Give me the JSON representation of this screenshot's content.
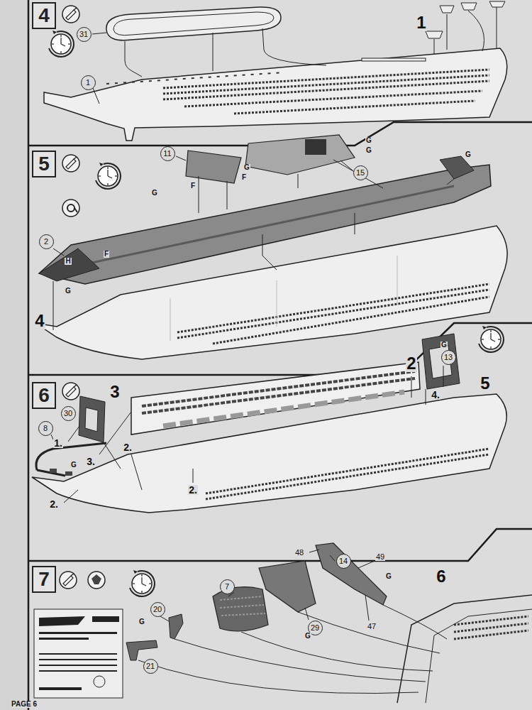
{
  "diagram": {
    "nodes": [
      {
        "text": [
          "4"
        ]
      },
      {
        "text": [
          "31"
        ]
      },
      {
        "text": [
          "1"
        ]
      },
      {
        "text": [
          "5"
        ]
      },
      {
        "text": [
          "11"
        ]
      },
      {
        "text": [
          "15"
        ]
      },
      {
        "text": [
          "2"
        ]
      },
      {
        "text": [
          "6"
        ]
      },
      {
        "text": [
          "13"
        ]
      },
      {
        "text": [
          "30"
        ]
      },
      {
        "text": [
          "8"
        ]
      },
      {
        "text": [
          "7"
        ]
      },
      {
        "text": [
          "14"
        ]
      },
      {
        "text": [
          "7"
        ]
      },
      {
        "text": [
          "29"
        ]
      },
      {
        "text": [
          "20"
        ]
      },
      {
        "text": [
          "21"
        ]
      }
    ],
    "labels": [
      "1",
      "G",
      "F",
      "F",
      "G",
      "G",
      "G",
      "G",
      "H",
      "F",
      "G",
      "4",
      "3",
      "2",
      "G",
      "4.",
      "5",
      "1.",
      "G",
      "2.",
      "3.",
      "2.",
      "2.",
      "48",
      "49",
      "G",
      "47",
      "G",
      "6",
      "G",
      "PAGE 6"
    ]
  }
}
